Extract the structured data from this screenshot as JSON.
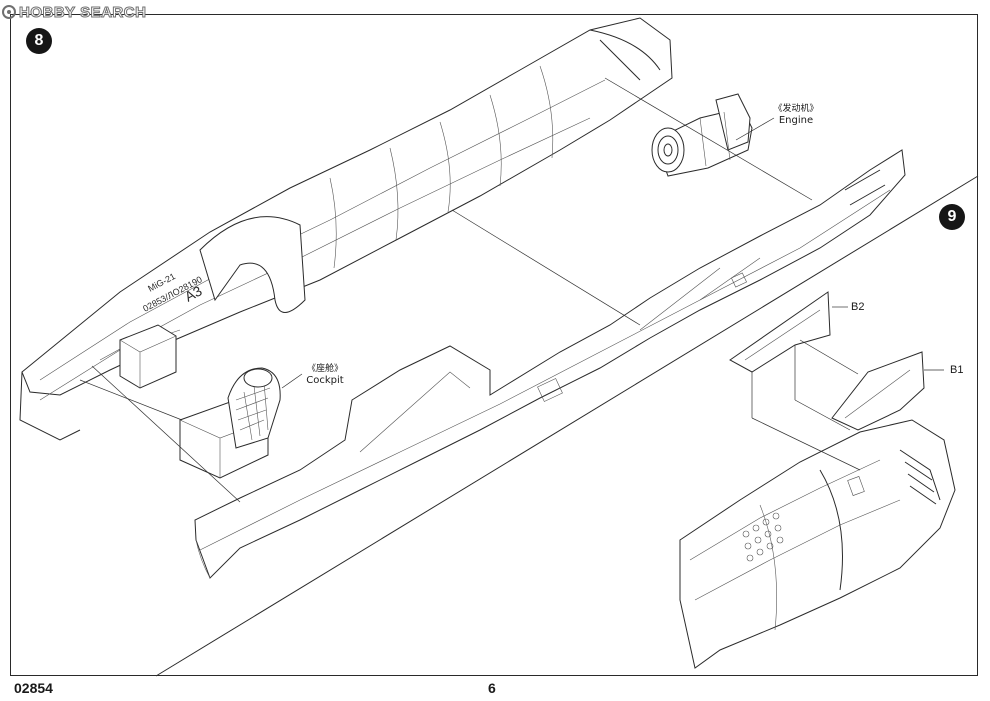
{
  "watermark": {
    "text": "HOBBY SEARCH",
    "logo_icon": "hobby-search-logo-icon"
  },
  "steps": [
    {
      "number": "8"
    },
    {
      "number": "9"
    }
  ],
  "callouts": {
    "engine": {
      "cn": "《发动机》",
      "en": "Engine"
    },
    "cockpit": {
      "cn": "《座舱》",
      "en": "Cockpit"
    }
  },
  "parts": {
    "b2": "B2",
    "b1": "B1"
  },
  "decals": {
    "model_text": "MiG-21",
    "serial": "02853/ЛО28190",
    "code": "A3"
  },
  "footer": {
    "product_code": "02854",
    "page_number": "6"
  },
  "colors": {
    "line": "#2b2b2b",
    "badge": "#161616",
    "paper": "#ffffff"
  }
}
